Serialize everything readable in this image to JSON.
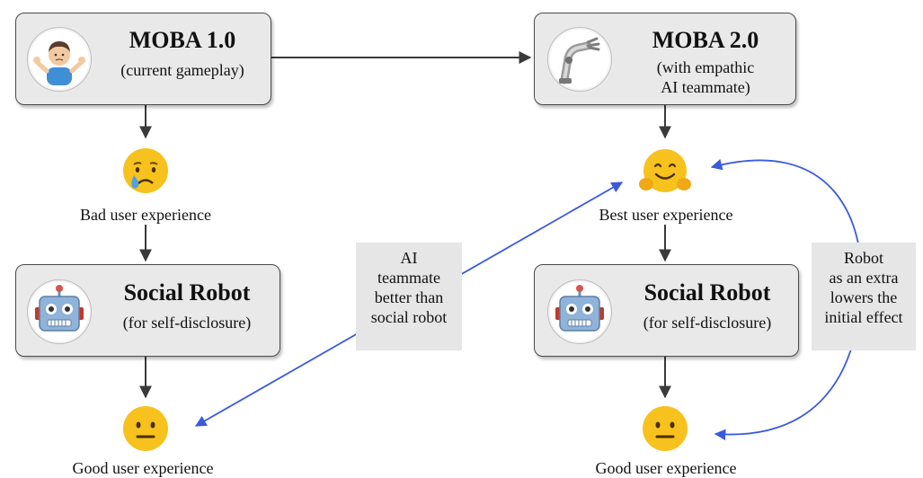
{
  "boxes": {
    "moba1": {
      "title": "MOBA 1.0",
      "subtitle": "(current gameplay)",
      "icon": "shrugging-person-icon"
    },
    "moba2": {
      "title": "MOBA 2.0",
      "subtitle_line1": "(with empathic",
      "subtitle_line2": "AI teammate)",
      "icon": "robot-arm-icon"
    },
    "social_robot_left": {
      "title": "Social Robot",
      "subtitle": "(for self-disclosure)",
      "icon": "robot-face-icon"
    },
    "social_robot_right": {
      "title": "Social Robot",
      "subtitle": "(for self-disclosure)",
      "icon": "robot-face-icon"
    }
  },
  "outcomes": {
    "left_mid": {
      "label": "Bad user experience",
      "icon": "crying-face-icon"
    },
    "left_bottom": {
      "label": "Good user experience",
      "icon": "neutral-face-icon"
    },
    "right_mid": {
      "label": "Best user experience",
      "icon": "hugging-face-icon"
    },
    "right_bottom": {
      "label": "Good user experience",
      "icon": "neutral-face-icon"
    }
  },
  "notes": {
    "ai_teammate": {
      "line1": "AI",
      "line2": "teammate",
      "line3": "better than",
      "line4": "social robot"
    },
    "robot_extra": {
      "line1": "Robot",
      "line2": "as an extra",
      "line3": "lowers the",
      "line4": "initial effect"
    }
  },
  "colors": {
    "arrow_dark": "#3a3a3a",
    "arrow_blue": "#3b5bdb",
    "box_fill": "#e9e9e9",
    "note_fill": "#e6e6e6",
    "emoji_yellow": "#f7c21d"
  }
}
